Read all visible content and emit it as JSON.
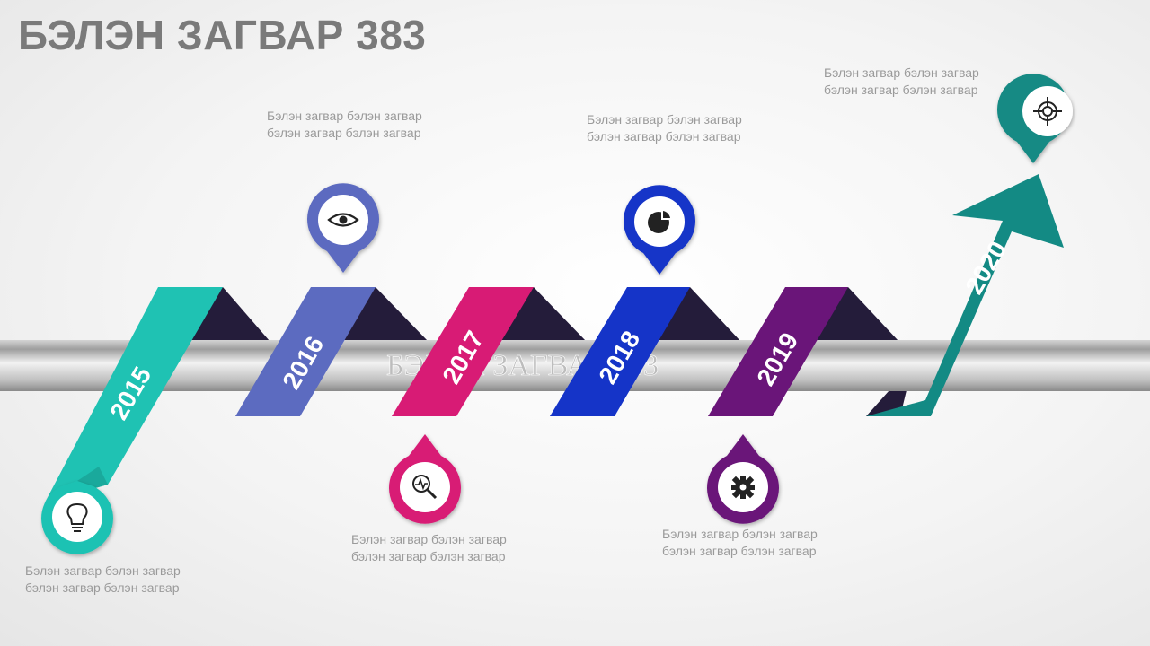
{
  "title": "БЭЛЭН ЗАГВАР 383",
  "bar_text": "БЭЛЭН ЗАГВАР 383",
  "milestones": [
    {
      "year": "2015",
      "color": "#1fc2b3",
      "icon": "lightbulb-icon",
      "text": "Бэлэн загвар бэлэн загвар бэлэн загвар бэлэн загвар"
    },
    {
      "year": "2016",
      "color": "#5c6bc0",
      "icon": "eye-icon",
      "text": "Бэлэн загвар бэлэн загвар бэлэн загвар бэлэн загвар"
    },
    {
      "year": "2017",
      "color": "#d81b75",
      "icon": "search-analytics-icon",
      "text": "Бэлэн загвар бэлэн загвар бэлэн загвар бэлэн загвар"
    },
    {
      "year": "2018",
      "color": "#1534c8",
      "icon": "pie-chart-icon",
      "text": "Бэлэн загвар бэлэн загвар бэлэн загвар бэлэн загвар"
    },
    {
      "year": "2019",
      "color": "#6a1579",
      "icon": "gear-icon",
      "text": "Бэлэн загвар бэлэн загвар бэлэн загвар бэлэн загвар"
    },
    {
      "year": "2020",
      "color": "#138a84",
      "icon": "target-icon",
      "text": "Бэлэн загвар бэлэн загвар бэлэн загвар бэлэн загвар"
    }
  ],
  "colors": {
    "pipe_light": "#e2e2e2",
    "pipe_dark": "#9e9e9e",
    "ribbon_back": "#241c3a"
  }
}
